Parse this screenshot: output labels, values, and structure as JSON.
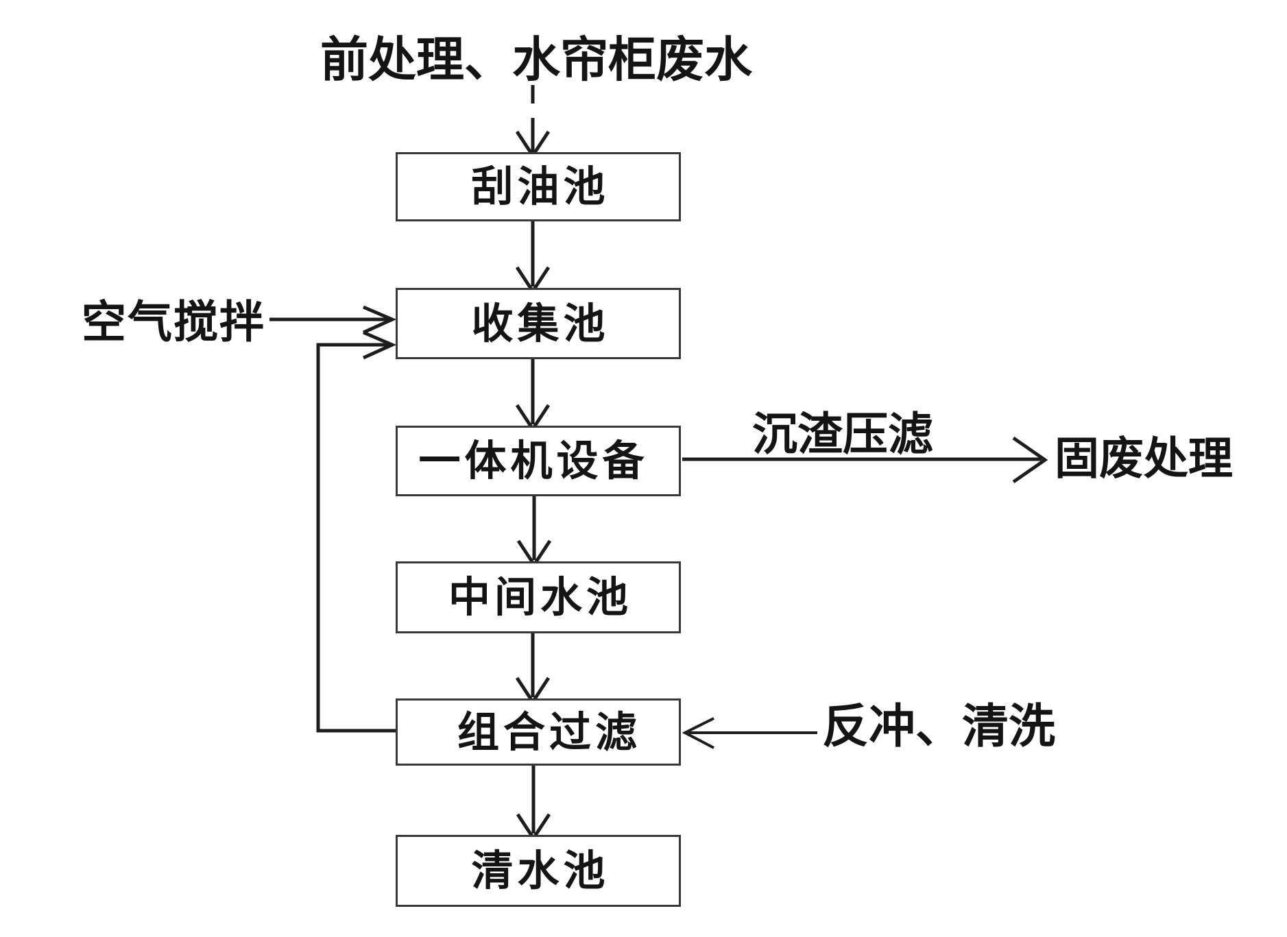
{
  "diagram": {
    "type": "flowchart",
    "language": "zh-CN",
    "source_label": "前处理、水帘柜废水",
    "boxes": [
      {
        "id": "scrape",
        "label": "刮油池"
      },
      {
        "id": "collect",
        "label": "收集池"
      },
      {
        "id": "machine",
        "label": "一体机设备"
      },
      {
        "id": "middle",
        "label": "中间水池"
      },
      {
        "id": "filter",
        "label": "组合过滤"
      },
      {
        "id": "clean",
        "label": "清水池"
      }
    ],
    "side_labels": {
      "air": "空气搅拌",
      "sludge": "沉渣压滤",
      "solid_waste": "固废处理",
      "backwash": "反冲、清洗"
    },
    "edges": [
      {
        "from": "前处理、水帘柜废水",
        "to": "刮油池",
        "style": "dashed",
        "direction": "down"
      },
      {
        "from": "刮油池",
        "to": "收集池",
        "style": "solid",
        "direction": "down"
      },
      {
        "from": "空气搅拌",
        "to": "收集池",
        "style": "solid",
        "direction": "right"
      },
      {
        "from": "收集池",
        "to": "一体机设备",
        "style": "solid",
        "direction": "down"
      },
      {
        "from": "一体机设备",
        "to": "固废处理",
        "style": "solid",
        "direction": "right",
        "label": "沉渣压滤"
      },
      {
        "from": "一体机设备",
        "to": "中间水池",
        "style": "solid",
        "direction": "down"
      },
      {
        "from": "中间水池",
        "to": "组合过滤",
        "style": "solid",
        "direction": "down"
      },
      {
        "from": "组合过滤",
        "to": "收集池",
        "style": "solid",
        "direction": "left-up-right",
        "note": "recirculation"
      },
      {
        "from": "反冲、清洗",
        "to": "组合过滤",
        "style": "solid",
        "direction": "left"
      },
      {
        "from": "组合过滤",
        "to": "清水池",
        "style": "solid",
        "direction": "down"
      }
    ],
    "colors": {
      "ink": "#141414",
      "line": "#1d1d1d",
      "box_border": "#383838",
      "background": "#ffffff"
    }
  }
}
